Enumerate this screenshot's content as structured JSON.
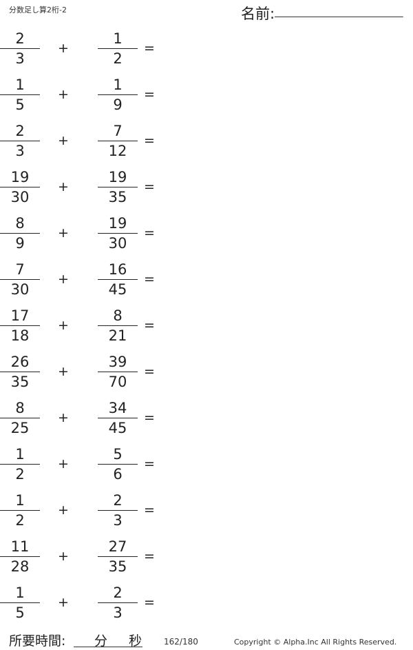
{
  "header": {
    "title": "分数足し算2桁-2",
    "name_label": "名前:",
    "name_dot": "."
  },
  "problems": [
    {
      "a_num": "2",
      "a_den": "3",
      "op": "+",
      "b_num": "1",
      "b_den": "2",
      "eq": "="
    },
    {
      "a_num": "1",
      "a_den": "5",
      "op": "+",
      "b_num": "1",
      "b_den": "9",
      "eq": "="
    },
    {
      "a_num": "2",
      "a_den": "3",
      "op": "+",
      "b_num": "7",
      "b_den": "12",
      "eq": "="
    },
    {
      "a_num": "19",
      "a_den": "30",
      "op": "+",
      "b_num": "19",
      "b_den": "35",
      "eq": "="
    },
    {
      "a_num": "8",
      "a_den": "9",
      "op": "+",
      "b_num": "19",
      "b_den": "30",
      "eq": "="
    },
    {
      "a_num": "7",
      "a_den": "30",
      "op": "+",
      "b_num": "16",
      "b_den": "45",
      "eq": "="
    },
    {
      "a_num": "17",
      "a_den": "18",
      "op": "+",
      "b_num": "8",
      "b_den": "21",
      "eq": "="
    },
    {
      "a_num": "26",
      "a_den": "35",
      "op": "+",
      "b_num": "39",
      "b_den": "70",
      "eq": "="
    },
    {
      "a_num": "8",
      "a_den": "25",
      "op": "+",
      "b_num": "34",
      "b_den": "45",
      "eq": "="
    },
    {
      "a_num": "1",
      "a_den": "2",
      "op": "+",
      "b_num": "5",
      "b_den": "6",
      "eq": "="
    },
    {
      "a_num": "1",
      "a_den": "2",
      "op": "+",
      "b_num": "2",
      "b_den": "3",
      "eq": "="
    },
    {
      "a_num": "11",
      "a_den": "28",
      "op": "+",
      "b_num": "27",
      "b_den": "35",
      "eq": "="
    },
    {
      "a_num": "1",
      "a_den": "5",
      "op": "+",
      "b_num": "2",
      "b_den": "3",
      "eq": "="
    }
  ],
  "footer": {
    "time_label": "所要時間:",
    "minutes_label": "分",
    "seconds_label": "秒",
    "page_number": "162/180",
    "copyright": "Copyright ©  Alpha.Inc All Rights Reserved."
  }
}
